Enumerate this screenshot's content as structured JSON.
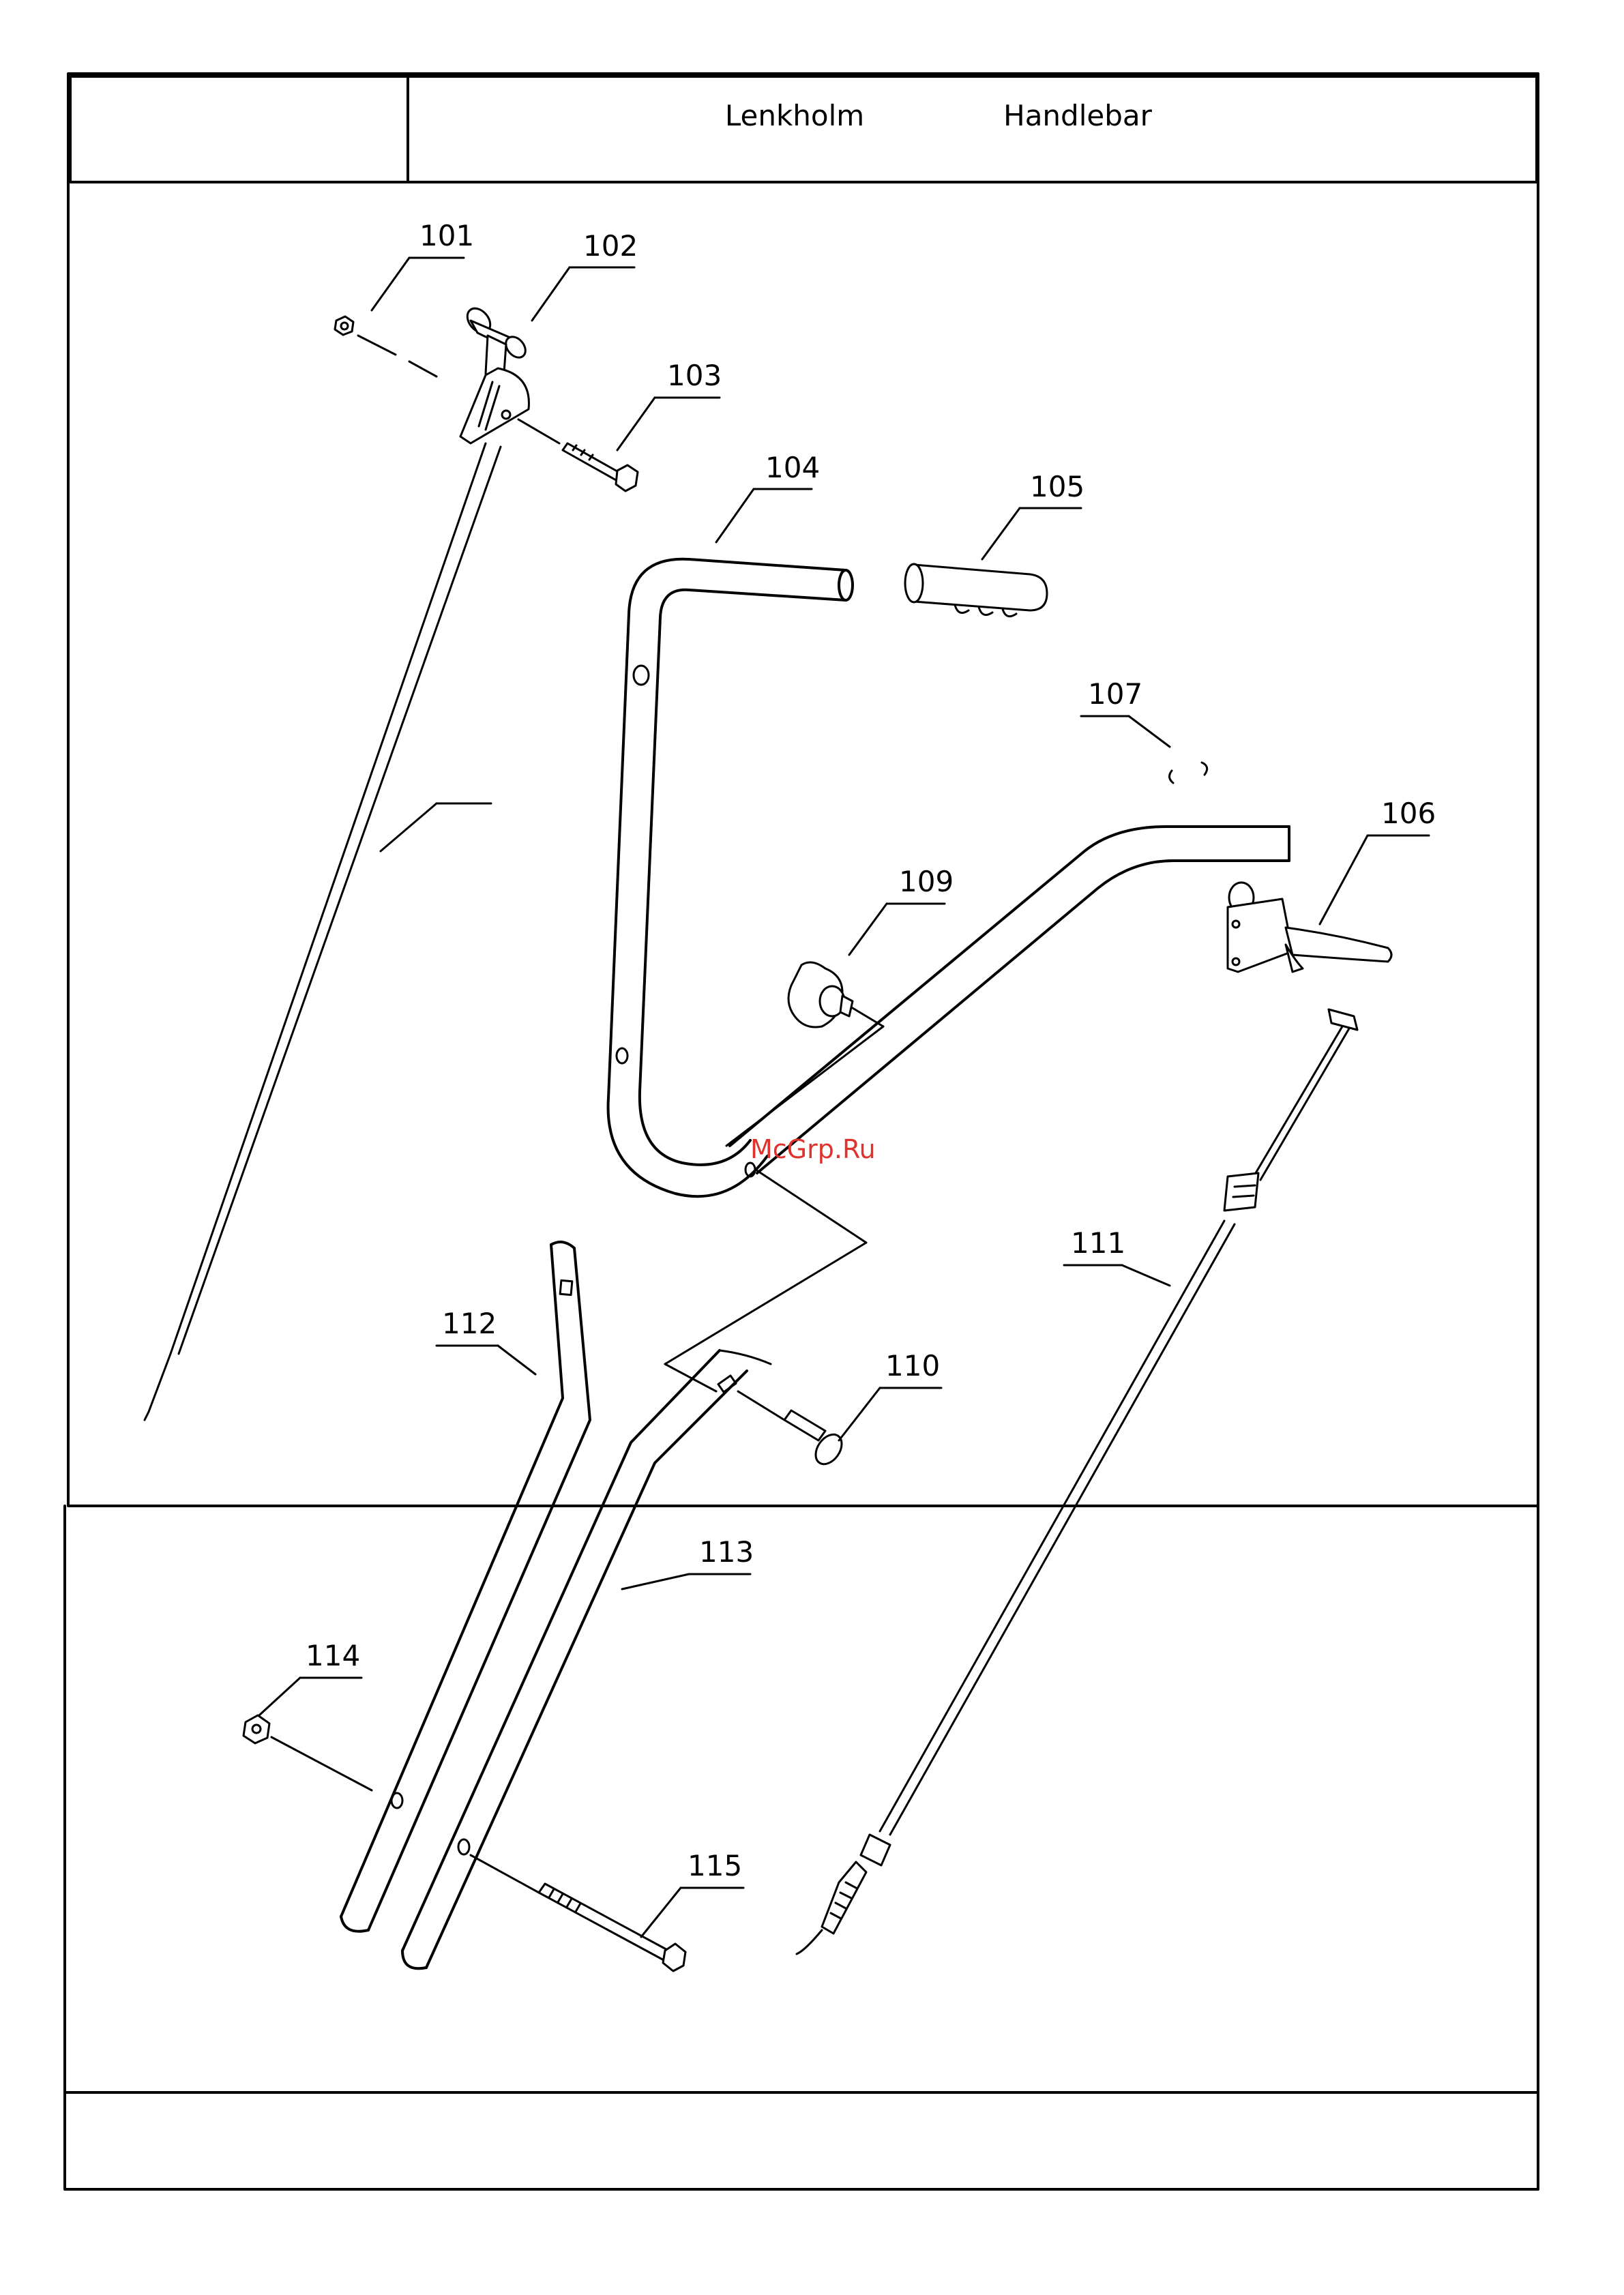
{
  "header": {
    "title_de": "Lenkholm",
    "title_en": "Handlebar"
  },
  "watermark": "McGrp.Ru",
  "parts": [
    {
      "id": "101",
      "label": "101"
    },
    {
      "id": "102",
      "label": "102"
    },
    {
      "id": "103",
      "label": "103"
    },
    {
      "id": "104",
      "label": "104"
    },
    {
      "id": "105",
      "label": "105"
    },
    {
      "id": "106",
      "label": "106"
    },
    {
      "id": "107",
      "label": "107"
    },
    {
      "id": "109",
      "label": "109"
    },
    {
      "id": "110",
      "label": "110"
    },
    {
      "id": "111",
      "label": "111"
    },
    {
      "id": "112",
      "label": "112"
    },
    {
      "id": "113",
      "label": "113"
    },
    {
      "id": "114",
      "label": "114"
    },
    {
      "id": "115",
      "label": "115"
    }
  ],
  "colors": {
    "line": "#000000",
    "watermark": "#e0322c",
    "background": "#ffffff"
  }
}
